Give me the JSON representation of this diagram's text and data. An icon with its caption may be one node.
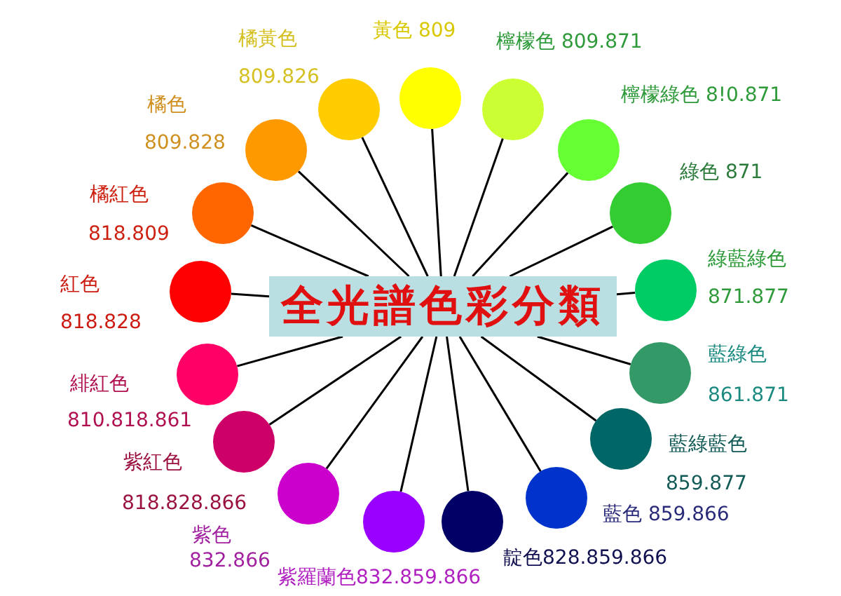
{
  "diagram": {
    "nodes": [
      {
        "text": [
          "全光譜色彩分類"
        ]
      },
      {
        "text": [],
        "shape": "circle",
        "beside": [
          "黃色 809"
        ]
      },
      {
        "text": [],
        "shape": "circle",
        "beside": [
          "檸檬色 809.871"
        ]
      },
      {
        "text": [],
        "shape": "circle",
        "beside": [
          "檸檬綠色 8!0.871"
        ]
      },
      {
        "text": [],
        "shape": "circle",
        "beside": [
          "綠色 871"
        ]
      },
      {
        "text": [],
        "shape": "circle",
        "beside": [
          "綠藍綠色",
          "871.877"
        ]
      },
      {
        "text": [],
        "shape": "circle",
        "beside": [
          "藍綠色",
          "861.871"
        ]
      },
      {
        "text": [],
        "shape": "circle",
        "beside": [
          "藍綠藍色",
          "859.877"
        ]
      },
      {
        "text": [],
        "shape": "circle",
        "beside": [
          "藍色 859.866"
        ]
      },
      {
        "text": [],
        "shape": "circle",
        "beside": [
          "靛色828.859.866"
        ]
      },
      {
        "text": [],
        "shape": "circle",
        "beside": [
          "紫羅蘭色832.859.866"
        ]
      },
      {
        "text": [],
        "shape": "circle",
        "beside": [
          "紫色",
          "832.866"
        ]
      },
      {
        "text": [],
        "shape": "circle",
        "beside": [
          "紫紅色",
          "818.828.866"
        ]
      },
      {
        "text": [],
        "shape": "circle",
        "beside": [
          "緋紅色",
          "810.818.861"
        ]
      },
      {
        "text": [],
        "shape": "circle",
        "beside": [
          "紅色",
          "818.828"
        ]
      },
      {
        "text": [],
        "shape": "circle",
        "beside": [
          "橘紅色",
          "818.809"
        ]
      },
      {
        "text": [],
        "shape": "circle",
        "beside": [
          "橘色",
          "809.828"
        ]
      },
      {
        "text": [],
        "shape": "circle",
        "beside": [
          "橘黃色",
          "809.826"
        ]
      }
    ],
    "edges": [
      {
        "from": 0,
        "to": 1,
        "arrow": "none"
      },
      {
        "from": 0,
        "to": 2,
        "arrow": "none"
      },
      {
        "from": 0,
        "to": 3,
        "arrow": "none"
      },
      {
        "from": 0,
        "to": 4,
        "arrow": "none"
      },
      {
        "from": 0,
        "to": 5,
        "arrow": "none"
      },
      {
        "from": 0,
        "to": 6,
        "arrow": "none"
      },
      {
        "from": 0,
        "to": 7,
        "arrow": "none"
      },
      {
        "from": 0,
        "to": 8,
        "arrow": "none"
      },
      {
        "from": 0,
        "to": 9,
        "arrow": "none"
      },
      {
        "from": 0,
        "to": 10,
        "arrow": "none"
      },
      {
        "from": 0,
        "to": 11,
        "arrow": "none"
      },
      {
        "from": 0,
        "to": 12,
        "arrow": "none"
      },
      {
        "from": 0,
        "to": 13,
        "arrow": "none"
      },
      {
        "from": 0,
        "to": 14,
        "arrow": "none"
      },
      {
        "from": 0,
        "to": 15,
        "arrow": "none"
      },
      {
        "from": 0,
        "to": 16,
        "arrow": "none"
      },
      {
        "from": 0,
        "to": 17,
        "arrow": "none"
      }
    ]
  }
}
